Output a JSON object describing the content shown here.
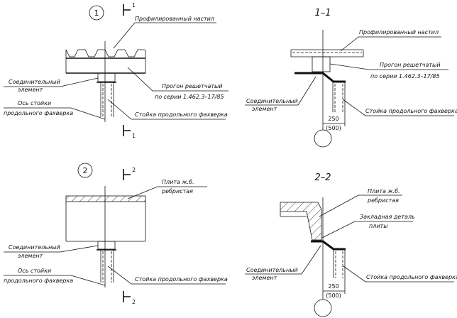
{
  "detail1": {
    "marker": "1",
    "section_mark": "1",
    "labels": {
      "deck": "Профилированный настил",
      "purlin_1": "Прогон решетчатый",
      "purlin_2": "по серии 1.462.3–17/85",
      "connector_1": "Соединительный",
      "connector_2": "элемент",
      "axis_1": "Ось стойки",
      "axis_2": "продольного фахверка",
      "column": "Стойка продольного фахверка"
    }
  },
  "section1": {
    "title": "1–1",
    "labels": {
      "deck": "Профилированный настил",
      "purlin_1": "Прогон решетчатый",
      "purlin_2": "по серии 1.462.3–17/85",
      "connector_1": "Соединительный",
      "connector_2": "элемент",
      "column": "Стойка продольного фахверка"
    },
    "dim_1": "250",
    "dim_2": "(500)"
  },
  "detail2": {
    "marker": "2",
    "section_mark": "2",
    "labels": {
      "slab_1": "Плита ж.б.",
      "slab_2": "ребристая",
      "connector_1": "Соединительный",
      "connector_2": "элемент",
      "axis_1": "Ось стойки",
      "axis_2": "продольного фахверка",
      "column": "Стойка продольного фахверка"
    }
  },
  "section2": {
    "title": "2–2",
    "labels": {
      "slab_1": "Плита ж.б.",
      "slab_2": "ребристая",
      "embed_1": "Закладная деталь",
      "embed_2": "плиты",
      "connector_1": "Соединительный",
      "connector_2": "элемент",
      "column": "Стойка продольного фахверка"
    },
    "dim_1": "250",
    "dim_2": "(500)"
  }
}
